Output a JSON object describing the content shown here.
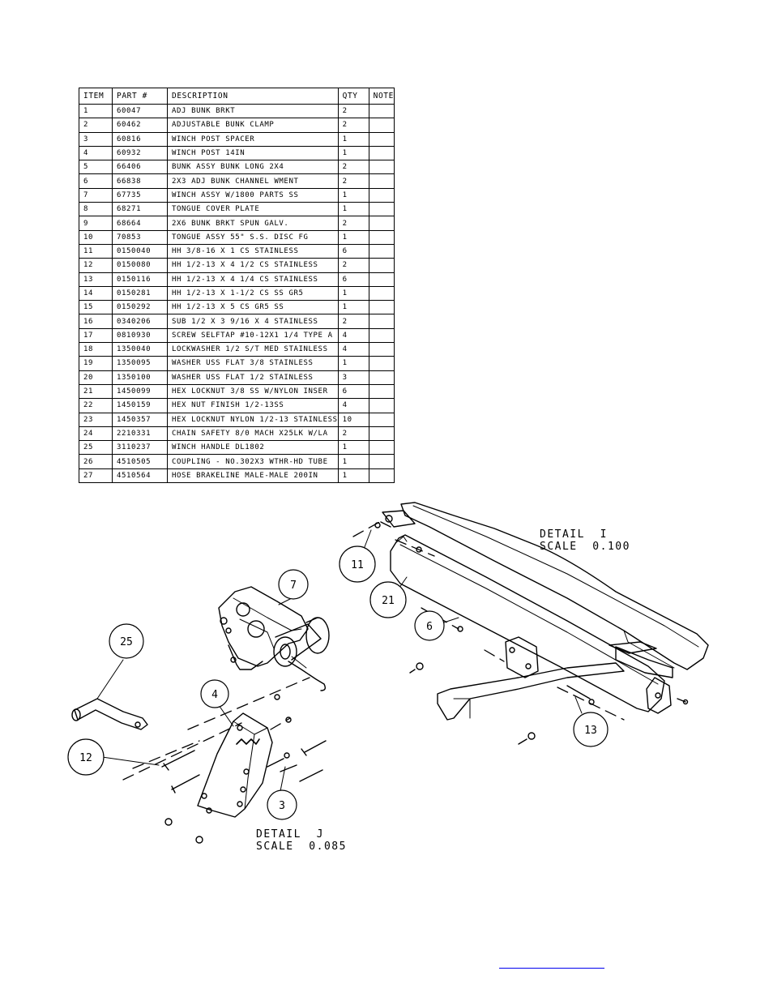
{
  "table": {
    "headers": [
      "ITEM",
      "PART #",
      "DESCRIPTION",
      "QTY",
      "NOTE"
    ],
    "rows": [
      [
        "1",
        "60047",
        "ADJ BUNK BRKT",
        "2",
        ""
      ],
      [
        "2",
        "60462",
        "ADJUSTABLE BUNK CLAMP",
        "2",
        ""
      ],
      [
        "3",
        "60816",
        "WINCH POST SPACER",
        "1",
        ""
      ],
      [
        "4",
        "60932",
        "WINCH POST  14IN",
        "1",
        ""
      ],
      [
        "5",
        "66406",
        "BUNK ASSY BUNK LONG 2X4",
        "2",
        ""
      ],
      [
        "6",
        "66838",
        "2X3 ADJ BUNK CHANNEL WMENT",
        "2",
        ""
      ],
      [
        "7",
        "67735",
        "WINCH ASSY W/1800 PARTS  SS",
        "1",
        ""
      ],
      [
        "8",
        "68271",
        "TONGUE COVER PLATE",
        "1",
        ""
      ],
      [
        "9",
        "68664",
        "2X6 BUNK BRKT SPUN GALV.",
        "2",
        ""
      ],
      [
        "10",
        "70853",
        "TONGUE ASSY 55\" S.S. DISC FG",
        "1",
        ""
      ],
      [
        "11",
        "0150040",
        "HH 3/8-16 X 1 CS STAINLESS",
        "6",
        ""
      ],
      [
        "12",
        "0150080",
        "HH 1/2-13 X 4 1/2 CS STAINLESS",
        "2",
        ""
      ],
      [
        "13",
        "0150116",
        "HH 1/2-13 X 4 1/4 CS STAINLESS",
        "6",
        ""
      ],
      [
        "14",
        "0150281",
        "HH 1/2-13 X 1-1/2 CS SS GR5",
        "1",
        ""
      ],
      [
        "15",
        "0150292",
        "HH 1/2-13 X 5 CS GR5 SS",
        "1",
        ""
      ],
      [
        "16",
        "0340206",
        "SUB 1/2 X 3 9/16 X 4 STAINLESS",
        "2",
        ""
      ],
      [
        "17",
        "0810930",
        "SCREW SELFTAP #10-12X1 1/4 TYPE A",
        "4",
        ""
      ],
      [
        "18",
        "1350040",
        "LOCKWASHER 1/2 S/T MED STAINLESS",
        "4",
        ""
      ],
      [
        "19",
        "1350095",
        "WASHER USS FLAT 3/8 STAINLESS",
        "1",
        ""
      ],
      [
        "20",
        "1350100",
        "WASHER USS FLAT 1/2 STAINLESS",
        "3",
        ""
      ],
      [
        "21",
        "1450099",
        "HEX LOCKNUT 3/8 SS W/NYLON INSER",
        "6",
        ""
      ],
      [
        "22",
        "1450159",
        "HEX NUT FINISH 1/2-13SS",
        "4",
        ""
      ],
      [
        "23",
        "1450357",
        "HEX LOCKNUT NYLON 1/2-13 STAINLESS",
        "10",
        ""
      ],
      [
        "24",
        "2210331",
        "CHAIN SAFETY 8/0 MACH X25LK W/LA",
        "2",
        ""
      ],
      [
        "25",
        "3110237",
        "WINCH HANDLE  DL1802",
        "1",
        ""
      ],
      [
        "26",
        "4510505",
        "COUPLING - NO.302X3 WTHR-HD TUBE",
        "1",
        ""
      ],
      [
        "27",
        "4510564",
        "HOSE BRAKELINE MALE-MALE 200IN",
        "1",
        ""
      ]
    ]
  },
  "detail_i": {
    "title": "DETAIL  I",
    "scale": "SCALE  0.100"
  },
  "detail_j": {
    "title": "DETAIL  J",
    "scale": "SCALE  0.085"
  },
  "balloons": {
    "b7": "7",
    "b25": "25",
    "b4": "4",
    "b12": "12",
    "b3": "3",
    "b11": "11",
    "b21": "21",
    "b6": "6",
    "b13": "13"
  },
  "colors": {
    "ink": "#000000",
    "link": "#0000ee"
  }
}
